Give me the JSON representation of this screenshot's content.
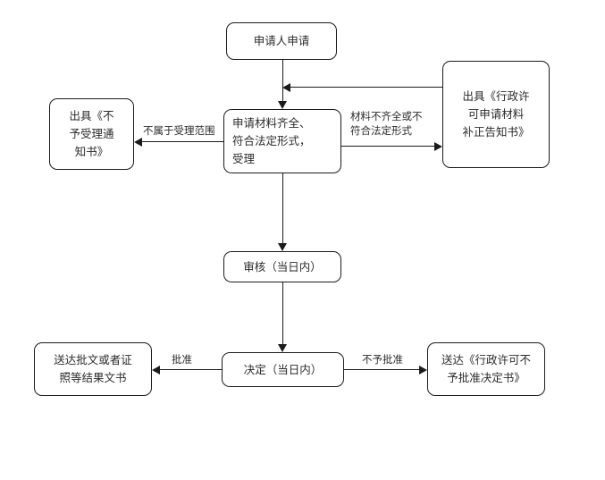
{
  "diagram": {
    "title_present": false,
    "background": "#ffffff",
    "line_color": "#1b1b1b",
    "text_color": "#2b2b2b",
    "nodes": [
      {
        "id": "applicant",
        "label": "申请人申请"
      },
      {
        "id": "accept_check",
        "label": "申请材料齐全、\n符合法定形式，\n受理"
      },
      {
        "id": "no_accept_notice",
        "label": "出具《不\n予受理通\n知书》"
      },
      {
        "id": "supplement_notice",
        "label": "出具《行政许\n可申请材料\n补正告知书》"
      },
      {
        "id": "review",
        "label": "审核（当日内）"
      },
      {
        "id": "decision",
        "label": "决定（当日内）"
      },
      {
        "id": "deliver_approval",
        "label": "送达批文或者证\n照等结果文书"
      },
      {
        "id": "deliver_rejection",
        "label": "送达《行政许可不\n予批准决定书》"
      }
    ],
    "edge_labels": [
      {
        "id": "not_in_scope",
        "label": "不属于受理范围"
      },
      {
        "id": "materials_incomplete",
        "label": "材料不齐全或不\n符合法定形式"
      },
      {
        "id": "approved",
        "label": "批准"
      },
      {
        "id": "not_approved",
        "label": "不予批准"
      }
    ]
  }
}
